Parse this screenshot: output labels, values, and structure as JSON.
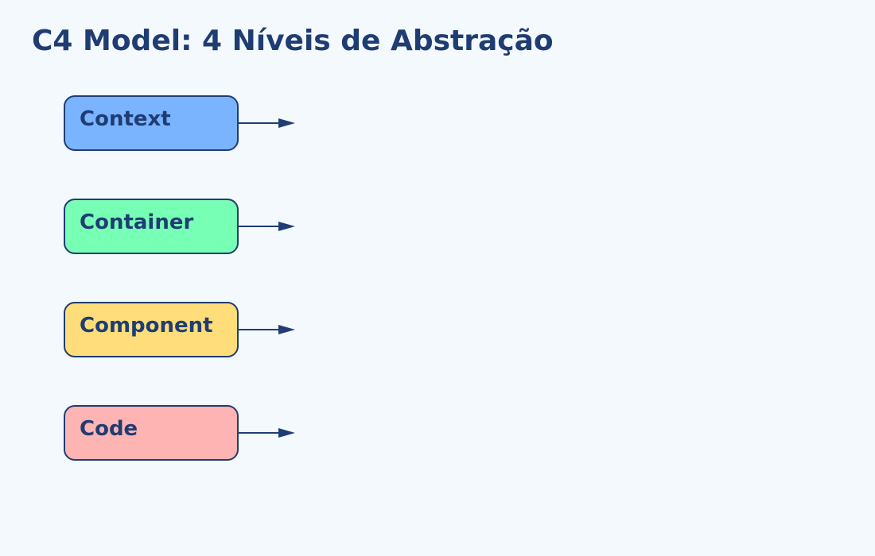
{
  "title": "C4 Model: 4 Níveis de Abstração",
  "levels": [
    {
      "label": "Context",
      "color": "#7ab4ff"
    },
    {
      "label": "Container",
      "color": "#77ffb5"
    },
    {
      "label": "Component",
      "color": "#ffdd7a"
    },
    {
      "label": "Code",
      "color": "#ffb4b4"
    }
  ],
  "colors": {
    "background": "#f4f9fd",
    "ink": "#1f3d73"
  }
}
